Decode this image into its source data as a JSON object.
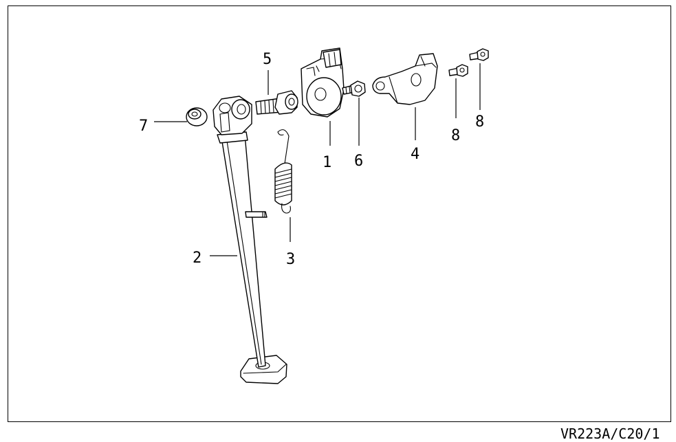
{
  "diagram": {
    "reference_code": "VR223A/C20/1",
    "callouts": [
      {
        "id": "c1",
        "label": "1"
      },
      {
        "id": "c2",
        "label": "2"
      },
      {
        "id": "c3",
        "label": "3"
      },
      {
        "id": "c4",
        "label": "4"
      },
      {
        "id": "c5",
        "label": "5"
      },
      {
        "id": "c6",
        "label": "6"
      },
      {
        "id": "c7",
        "label": "7"
      },
      {
        "id": "c8a",
        "label": "8"
      },
      {
        "id": "c8b",
        "label": "8"
      }
    ]
  }
}
